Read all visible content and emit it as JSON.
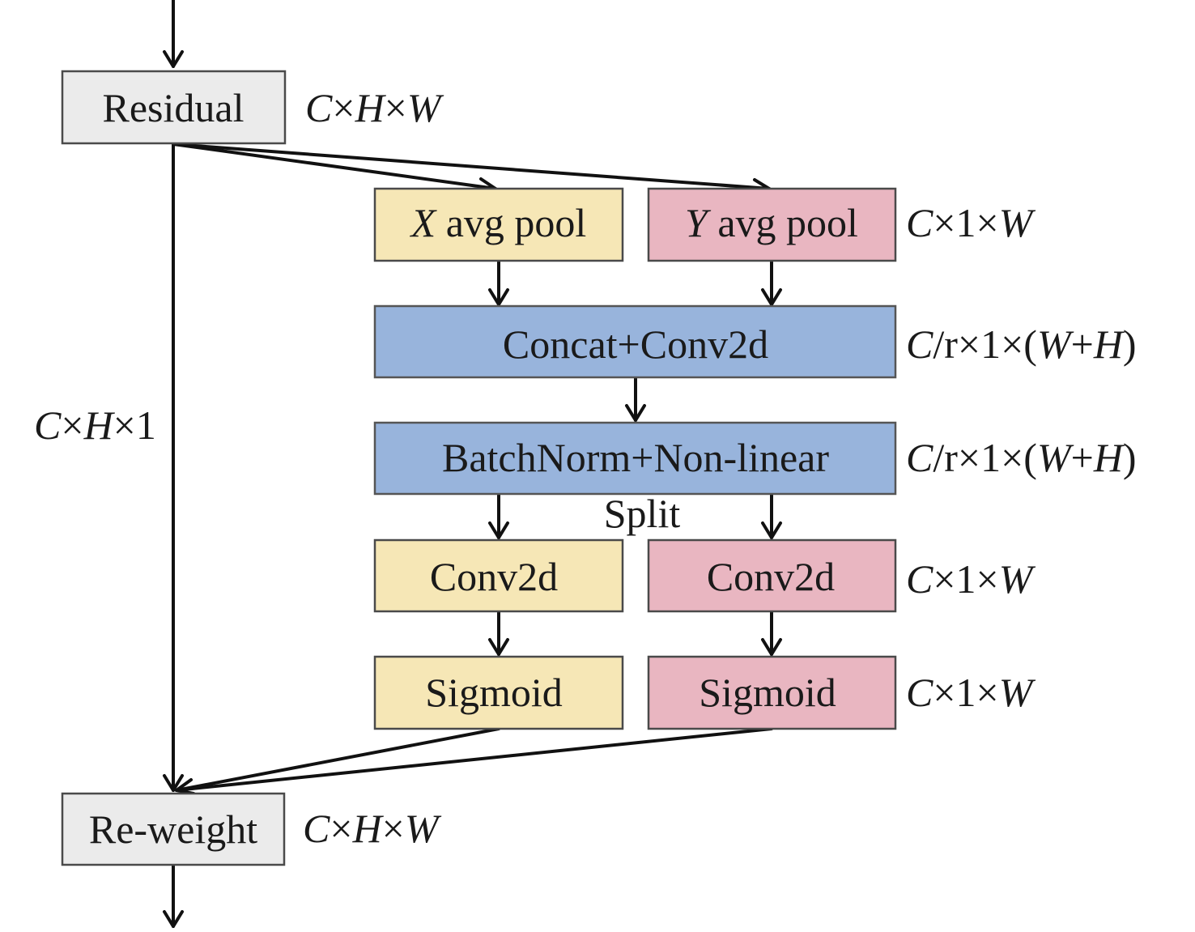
{
  "diagram": {
    "nodes": {
      "residual": {
        "label": "Residual"
      },
      "x_pool": {
        "prefix": "X",
        "label": " avg pool"
      },
      "y_pool": {
        "prefix": "Y",
        "label": " avg pool"
      },
      "concat": {
        "label": "Concat+Conv2d"
      },
      "batchnorm": {
        "label": "BatchNorm+Non-linear"
      },
      "conv_left": {
        "label": "Conv2d"
      },
      "conv_right": {
        "label": "Conv2d"
      },
      "sigmoid_left": {
        "label": "Sigmoid"
      },
      "sigmoid_right": {
        "label": "Sigmoid"
      },
      "reweight": {
        "label": "Re-weight"
      }
    },
    "split_label": "Split",
    "dims": {
      "residual": [
        "C",
        "×",
        "H",
        "×",
        "W"
      ],
      "pool": [
        "C",
        "×1×",
        "W"
      ],
      "concat": [
        "C",
        "/r×1×(",
        "W",
        "+",
        "H",
        ")"
      ],
      "batchnorm": [
        "C",
        "/r×1×(",
        "W",
        "+",
        "H",
        ")"
      ],
      "conv": [
        "C",
        "×1×",
        "W"
      ],
      "sigmoid": [
        "C",
        "×1×",
        "W"
      ],
      "skip": [
        "C",
        "×",
        "H",
        "×1"
      ],
      "reweight": [
        "C",
        "×",
        "H",
        "×",
        "W"
      ]
    },
    "colors": {
      "gray": "#ebebeb",
      "yellow": "#f6e7b6",
      "pink": "#e9b6c1",
      "blue": "#98b4dc"
    }
  }
}
